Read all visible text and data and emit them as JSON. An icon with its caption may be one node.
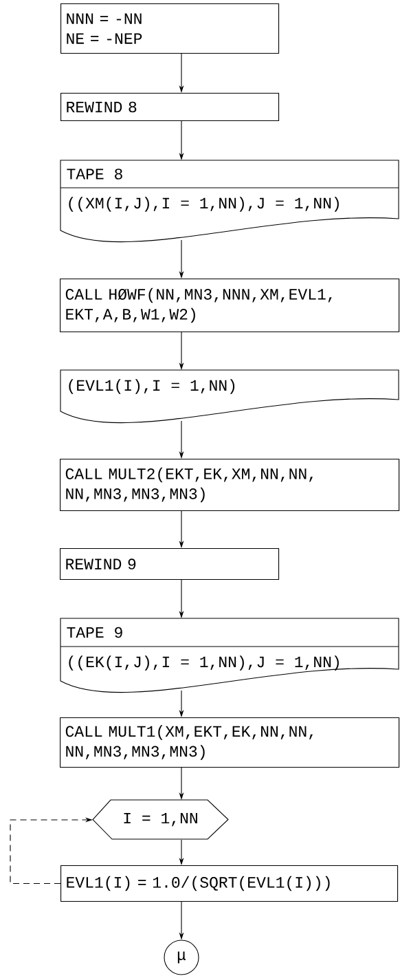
{
  "diagram": {
    "nodes": [
      {
        "text": [
          "NNN = -NN",
          "NE = -NEP"
        ]
      },
      {
        "text": [
          "REWIND 8"
        ]
      },
      {
        "text": [
          "TAPE 8",
          "((XM(I,J),I = 1,NN),J = 1,NN)"
        ]
      },
      {
        "text": [
          "CALL HØWF(NN,MN3,NNN,XM,EVL1, EKT,A,B,W1,W2)"
        ]
      },
      {
        "text": [
          "(EVL1(I),I = 1,NN)"
        ]
      },
      {
        "text": [
          "CALL MULT2(EKT,EK,XM,NN,NN, NN,MN3,MN3,MN3)"
        ]
      },
      {
        "text": [
          "REWIND 9"
        ]
      },
      {
        "text": [
          "TAPE 9",
          "((EK(I,J),I = 1,NN),J = 1,NN)"
        ]
      },
      {
        "text": [
          "CALL MULT1(XM,EKT,EK,NN,NN, NN,MN3,MN3,MN3)"
        ]
      },
      {
        "text": [
          "I = 1,NN"
        ]
      },
      {
        "text": [
          "EVL1(I) = 1.0/(SQRT(EVL1(I)))"
        ]
      },
      {
        "text": [
          "μ"
        ]
      }
    ],
    "edges": [
      {
        "from": 0,
        "to": 1,
        "arrow": "to"
      },
      {
        "from": 1,
        "to": 2,
        "arrow": "to"
      },
      {
        "from": 2,
        "to": 3,
        "arrow": "to"
      },
      {
        "from": 3,
        "to": 4,
        "arrow": "to"
      },
      {
        "from": 4,
        "to": 5,
        "arrow": "to"
      },
      {
        "from": 5,
        "to": 6,
        "arrow": "to"
      },
      {
        "from": 6,
        "to": 7,
        "arrow": "to"
      },
      {
        "from": 7,
        "to": 8,
        "arrow": "to"
      },
      {
        "from": 8,
        "to": 9,
        "arrow": "to"
      },
      {
        "from": 9,
        "to": 10,
        "arrow": "to"
      },
      {
        "from": 10,
        "to": 11,
        "arrow": "to"
      },
      {
        "from": 10,
        "to": 9,
        "arrow": "to",
        "style": "dashed"
      }
    ]
  }
}
